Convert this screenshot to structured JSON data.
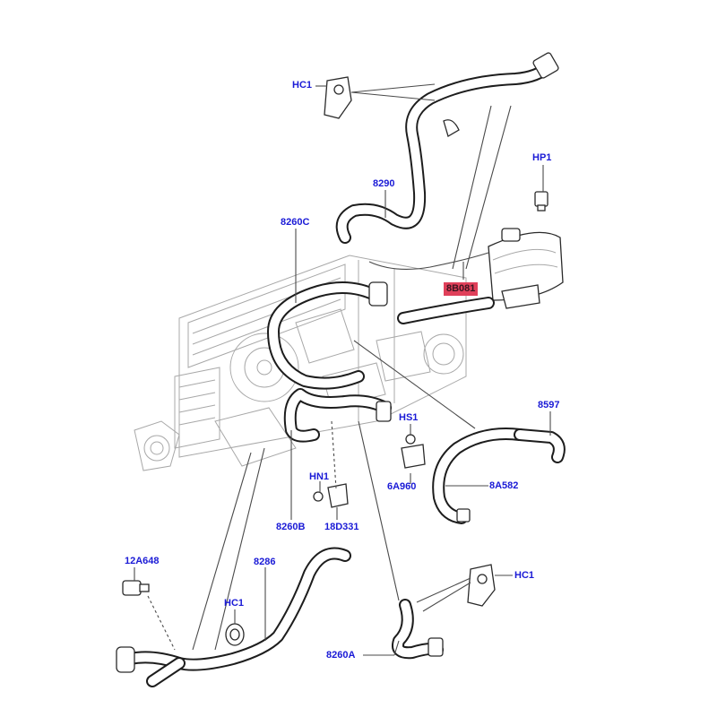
{
  "callouts": {
    "hc1_top": "HC1",
    "hp1": "HP1",
    "p8290": "8290",
    "p8260c": "8260C",
    "p8b081": "8B081",
    "p8597": "8597",
    "hs1": "HS1",
    "p6a960": "6A960",
    "p8a582": "8A582",
    "hn1": "HN1",
    "p8260b": "8260B",
    "p18d331": "18D331",
    "p12a648": "12A648",
    "p8286": "8286",
    "hc1_left": "HC1",
    "hc1_right": "HC1",
    "p8260a": "8260A"
  },
  "colors": {
    "callout_text": "#1a1ad6",
    "highlight": "#e0405a"
  }
}
